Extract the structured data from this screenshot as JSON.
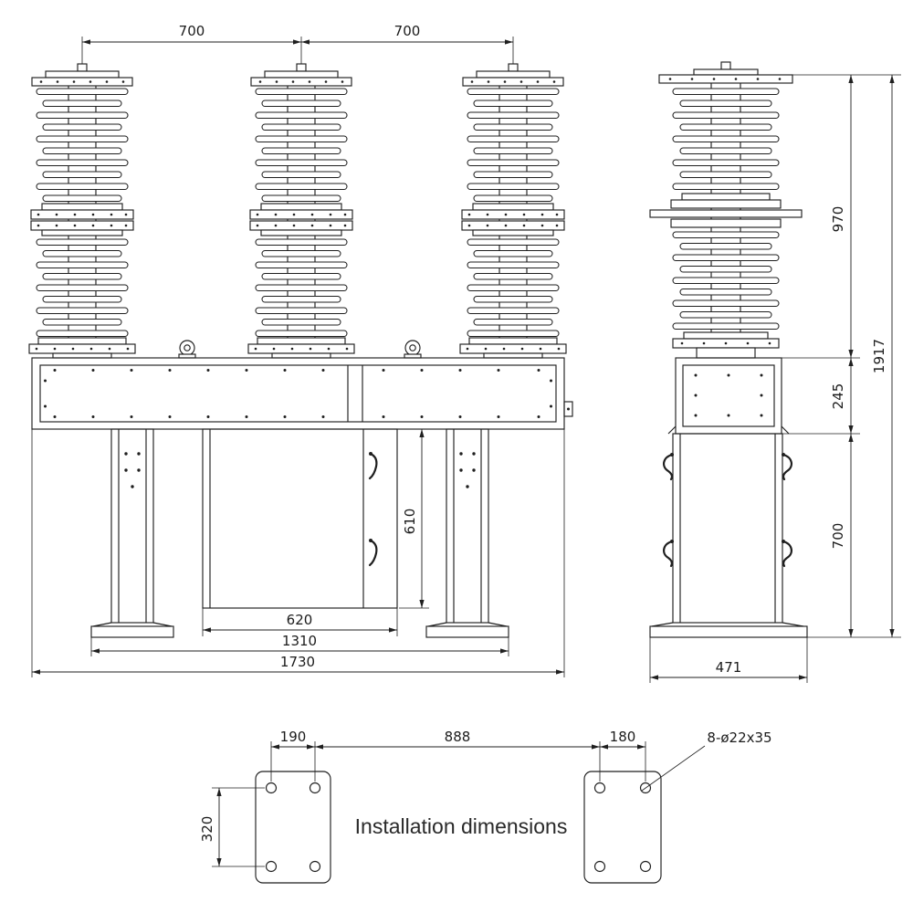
{
  "drawing": {
    "caption": "Installation dimensions",
    "front": {
      "pole_spacing_left": "700",
      "pole_spacing_right": "700",
      "cabinet_height": "610",
      "cabinet_width": "620",
      "base_span": "1310",
      "overall_width": "1730"
    },
    "side": {
      "insulator_height": "970",
      "overall_height": "1917",
      "box_height": "245",
      "frame_height": "700",
      "overall_depth": "471"
    },
    "install": {
      "left_hole_pitch": "190",
      "plate_gap": "888",
      "right_hole_pitch": "180",
      "vertical_pitch": "320",
      "hole_spec": "8-ø22x35"
    }
  }
}
